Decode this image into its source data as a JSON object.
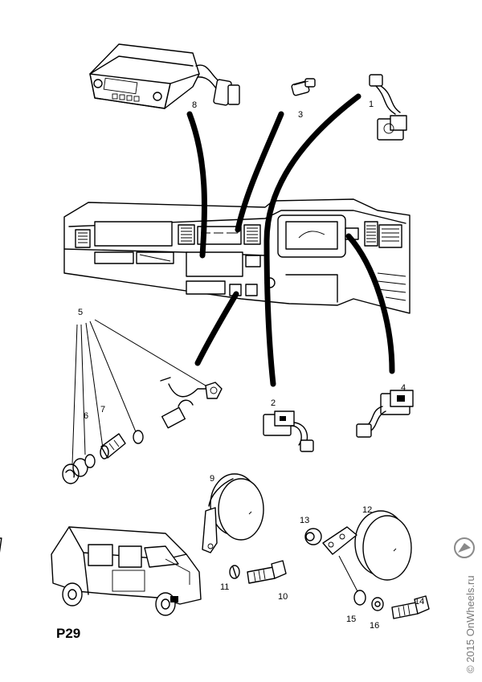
{
  "page_ref": "P29",
  "watermark": "© 2015 OnWheels.ru",
  "callouts": [
    "1",
    "2",
    "3",
    "4",
    "5",
    "6",
    "7",
    "8",
    "9",
    "10",
    "11",
    "12",
    "13",
    "14",
    "15",
    "16"
  ]
}
